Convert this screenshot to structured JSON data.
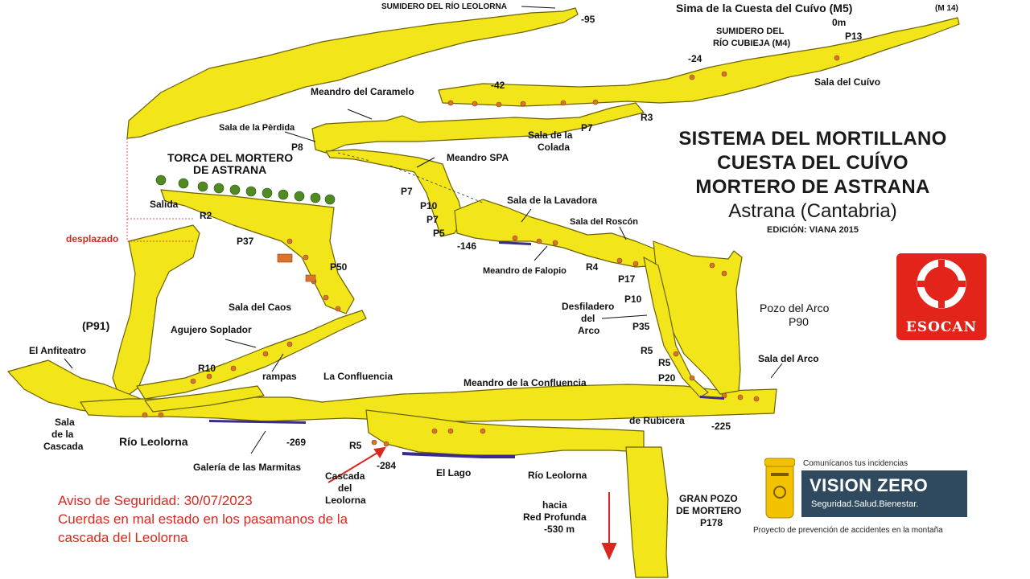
{
  "title": {
    "line1": "SISTEMA DEL MORTILLANO",
    "line2": "CUESTA DEL CUÍVO",
    "line3": "MORTERO DE ASTRANA",
    "line4": "Astrana (Cantabria)",
    "edition": "EDICIÓN: VIANA 2015"
  },
  "warning": {
    "line1": "Aviso de Seguridad: 30/07/2023",
    "line2": "Cuerdas en mal estado en los pasamanos de la",
    "line3": "cascada del Leolorna"
  },
  "logos": {
    "esocan": "ESOCAN",
    "vision_zero_top": "Comunícanos tus incidencias",
    "vision_zero_title": "VISION ZERO",
    "vision_zero_sub": "Seguridad.Salud.Bienestar.",
    "vision_zero_bottom": "Proyecto de prevención de accidentes en la montaña"
  },
  "labels": {
    "sumidero_leolorna": "SUMIDERO DEL RÍO LEOLORNA",
    "d95": "-95",
    "sima_cuesta": "Sima de la Cuesta del Cuívo (M5)",
    "m14": "(M 14)",
    "d0": "0m",
    "p13": "P13",
    "sumidero_cubieja1": "SUMIDERO DEL",
    "sumidero_cubieja2": "RÍO CUBIEJA (M4)",
    "d24": "-24",
    "sala_cuivo": "Sala del Cuívo",
    "d42": "-42",
    "meandro_caramelo": "Meandro del Caramelo",
    "r3": "R3",
    "sala_perdida": "Sala de la Pèrdida",
    "p8": "P8",
    "sala_colada1": "Sala de la",
    "sala_colada2": "Colada",
    "p7a": "P7",
    "torca1": "TORCA DEL MORTERO",
    "torca2": "DE ASTRANA",
    "meandro_spa": "Meandro SPA",
    "salida": "Salida",
    "r2": "R2",
    "p7b": "P7",
    "p10a": "P10",
    "p7c": "P7",
    "p5": "P5",
    "d146": "-146",
    "sala_lavadora": "Sala de la Lavadora",
    "sala_roscon": "Sala del Roscón",
    "desplazado": "desplazado",
    "p37": "P37",
    "p50": "P50",
    "meandro_falopio": "Meandro de Falopio",
    "r4": "R4",
    "p17": "P17",
    "sala_caos": "Sala del Caos",
    "p91": "(P91)",
    "agujero_soplador": "Agujero Soplador",
    "desfiladero1": "Desfiladero",
    "desfiladero2": "del",
    "desfiladero3": "Arco",
    "p10b": "P10",
    "p35": "P35",
    "pozo_arco1": "Pozo del Arco",
    "pozo_arco2": "P90",
    "el_anfiteatro": "El Anfiteatro",
    "r10": "R10",
    "rampas": "rampas",
    "la_confluencia": "La Confluencia",
    "r5a": "R5",
    "r5b": "R5",
    "p20": "P20",
    "sala_arco": "Sala del Arco",
    "meandro_confluencia": "Meandro de la Confluencia",
    "sala_cascada1": "Sala",
    "sala_cascada2": "de la",
    "sala_cascada3": "Cascada",
    "rio_leolorna1": "Río Leolorna",
    "d269": "-269",
    "r5c": "R5",
    "de_rubicera": "de Rubicera",
    "d225": "-225",
    "galeria_marmitas": "Galería de las Marmitas",
    "d284": "-284",
    "cascada1": "Cascada",
    "cascada2": "del",
    "cascada3": "Leolorna",
    "el_lago": "El Lago",
    "rio_leolorna2": "Río Leolorna",
    "hacia1": "hacia",
    "hacia2": "Red Profunda",
    "hacia3": "-530 m",
    "gran_pozo1": "GRAN POZO",
    "gran_pozo2": "DE MORTERO",
    "gran_pozo3": "P178"
  },
  "colors": {
    "cave_fill": "#f2e51a",
    "cave_outline": "#6b6200",
    "rock": "#d9752a",
    "water": "#3a2a8a",
    "warning_red": "#e0261c",
    "esocan_red": "#e3241b",
    "vision_zero_bg": "#2f4a5e",
    "tree_green": "#4f8a22"
  }
}
